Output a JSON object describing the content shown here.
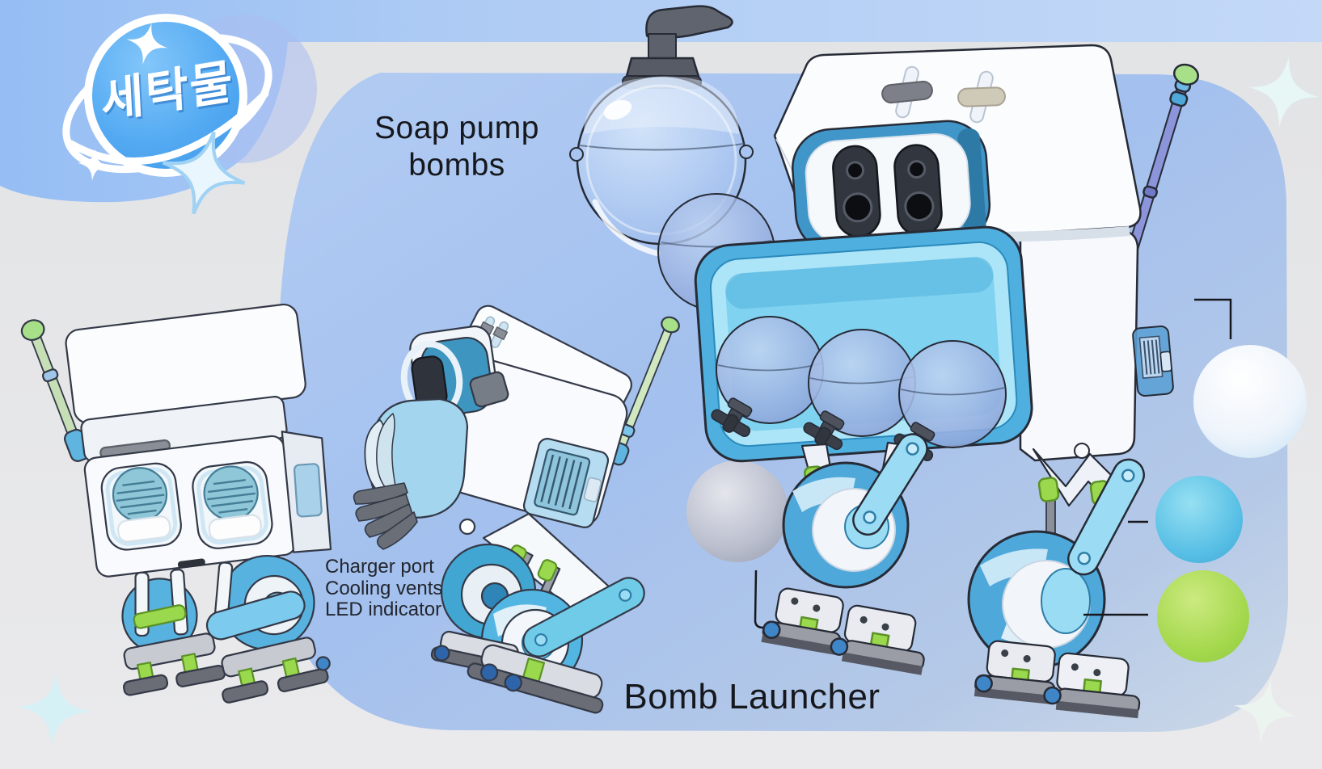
{
  "logo": {
    "badge_text": "세탁물"
  },
  "labels": {
    "soap_line1": "Soap pump",
    "soap_line2": "bombs",
    "feature_line1": "Charger port",
    "feature_line2": "Cooling vents",
    "feature_line3": "LED indicator",
    "bomb_launcher": "Bomb Launcher"
  },
  "color_swatches": [
    {
      "name": "pearl-white",
      "hex": "#edf4fb"
    },
    {
      "name": "sky-blue",
      "hex": "#58bfe5"
    },
    {
      "name": "lime-green",
      "hex": "#a4d84d"
    }
  ],
  "palette": {
    "background_gray": "#e4e4e6",
    "top_band_blue": "#aecbf4",
    "panel_blue": "#a6c2ee",
    "badge_blue": "#4da4f0",
    "robot_accent_blue": "#4fa8da",
    "robot_light_blue": "#a7e0f6",
    "accent_green": "#9ad84e",
    "outline_ink": "#262b36"
  }
}
